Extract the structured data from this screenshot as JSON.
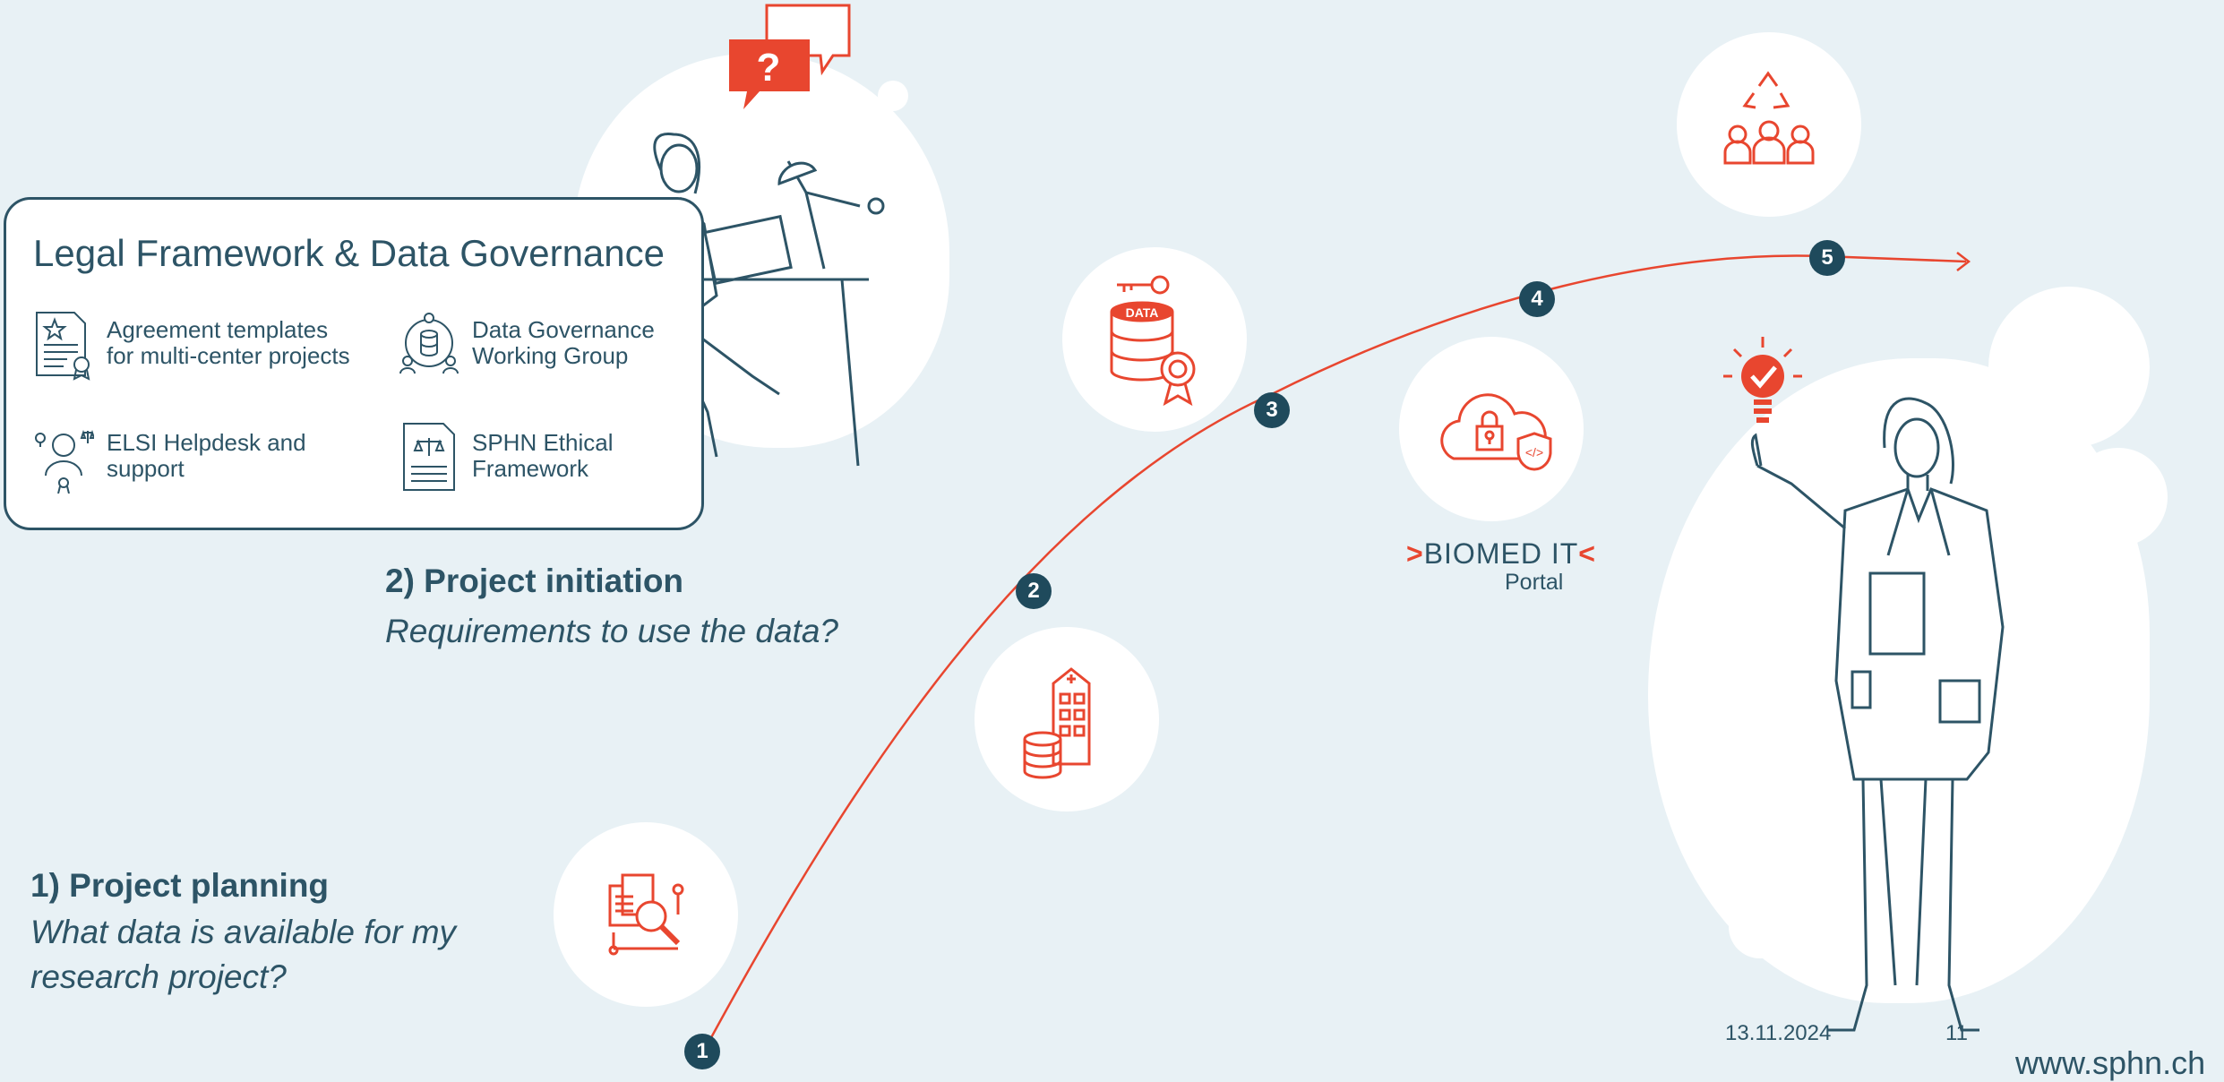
{
  "legal_framework": {
    "title": "Legal Framework & Data Governance",
    "items": [
      {
        "icon": "agreement-document-icon",
        "text": "Agreement templates\nfor multi-center projects"
      },
      {
        "icon": "data-governance-icon",
        "text": "Data Governance\nWorking Group"
      },
      {
        "icon": "elsi-helpdesk-icon",
        "text": "ELSI Helpdesk and\nsupport"
      },
      {
        "icon": "ethical-framework-icon",
        "text": "SPHN Ethical\nFramework"
      }
    ]
  },
  "steps": {
    "planning": {
      "title": "1) Project planning",
      "subtitle": "What data is available for my research project?"
    },
    "initiation": {
      "title": "2) Project initiation",
      "subtitle": "Requirements to use the data?"
    }
  },
  "markers": [
    "1",
    "2",
    "3",
    "4",
    "5"
  ],
  "biomed_it": {
    "brand": "BIOMED IT",
    "label": "Portal"
  },
  "footer": {
    "date": "13.11.2024",
    "page": "11",
    "url": "www.sphn.ch"
  },
  "colors": {
    "accent_red": "#e8462f",
    "dark_teal": "#2d5466",
    "background": "#e8f1f5"
  }
}
